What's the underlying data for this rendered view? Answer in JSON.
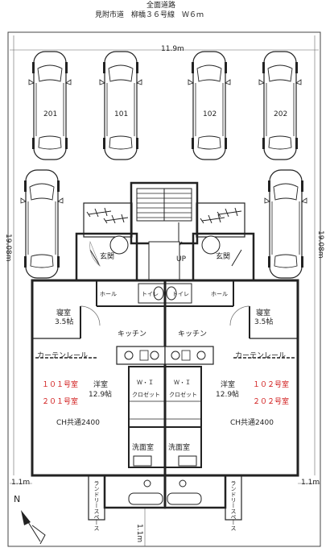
{
  "header": {
    "road_title": "全面道路",
    "road_detail": "見附市道　柳橋３６号線　Ｗ６ｍ"
  },
  "dimensions": {
    "width_top": "11.9m",
    "depth_left": "19.08m",
    "depth_right": "19.08m",
    "setback_left": "1.1m",
    "setback_right": "1.1m",
    "setback_bottom": "1.1m"
  },
  "parking": {
    "spaces": [
      "201",
      "101",
      "102",
      "202"
    ]
  },
  "stair_label": "UP",
  "units": {
    "left": {
      "entrance": "玄関",
      "hall": "ホール",
      "toilet": "トイレ",
      "bedroom": "寝室",
      "bedroom_size": "3.5帖",
      "kitchen": "キッチン",
      "curtain_rail": "カーテンレール",
      "rooms": [
        "１０１号室",
        "２０１号室"
      ],
      "western_room": "洋室",
      "western_size": "12.9帖",
      "closet_1": "Ｗ・Ｉ",
      "closet_2": "クロゼット",
      "ch": "CH共通2400",
      "washroom": "洗面室",
      "laundry_space": "ランドリースペース"
    },
    "right": {
      "entrance": "玄関",
      "hall": "ホール",
      "toilet": "トイレ",
      "bedroom": "寝室",
      "bedroom_size": "3.5帖",
      "kitchen": "キッチン",
      "curtain_rail": "カーテンレール",
      "rooms": [
        "１０２号室",
        "２０２号室"
      ],
      "western_room": "洋室",
      "western_size": "12.9帖",
      "closet_1": "Ｗ・Ｉ",
      "closet_2": "クロゼット",
      "ch": "CH共通2400",
      "washroom": "洗面室",
      "laundry_space": "ランドリースペース"
    }
  },
  "compass": {
    "label": "N"
  },
  "colors": {
    "line": "#222222",
    "room_number": "#d01818"
  }
}
